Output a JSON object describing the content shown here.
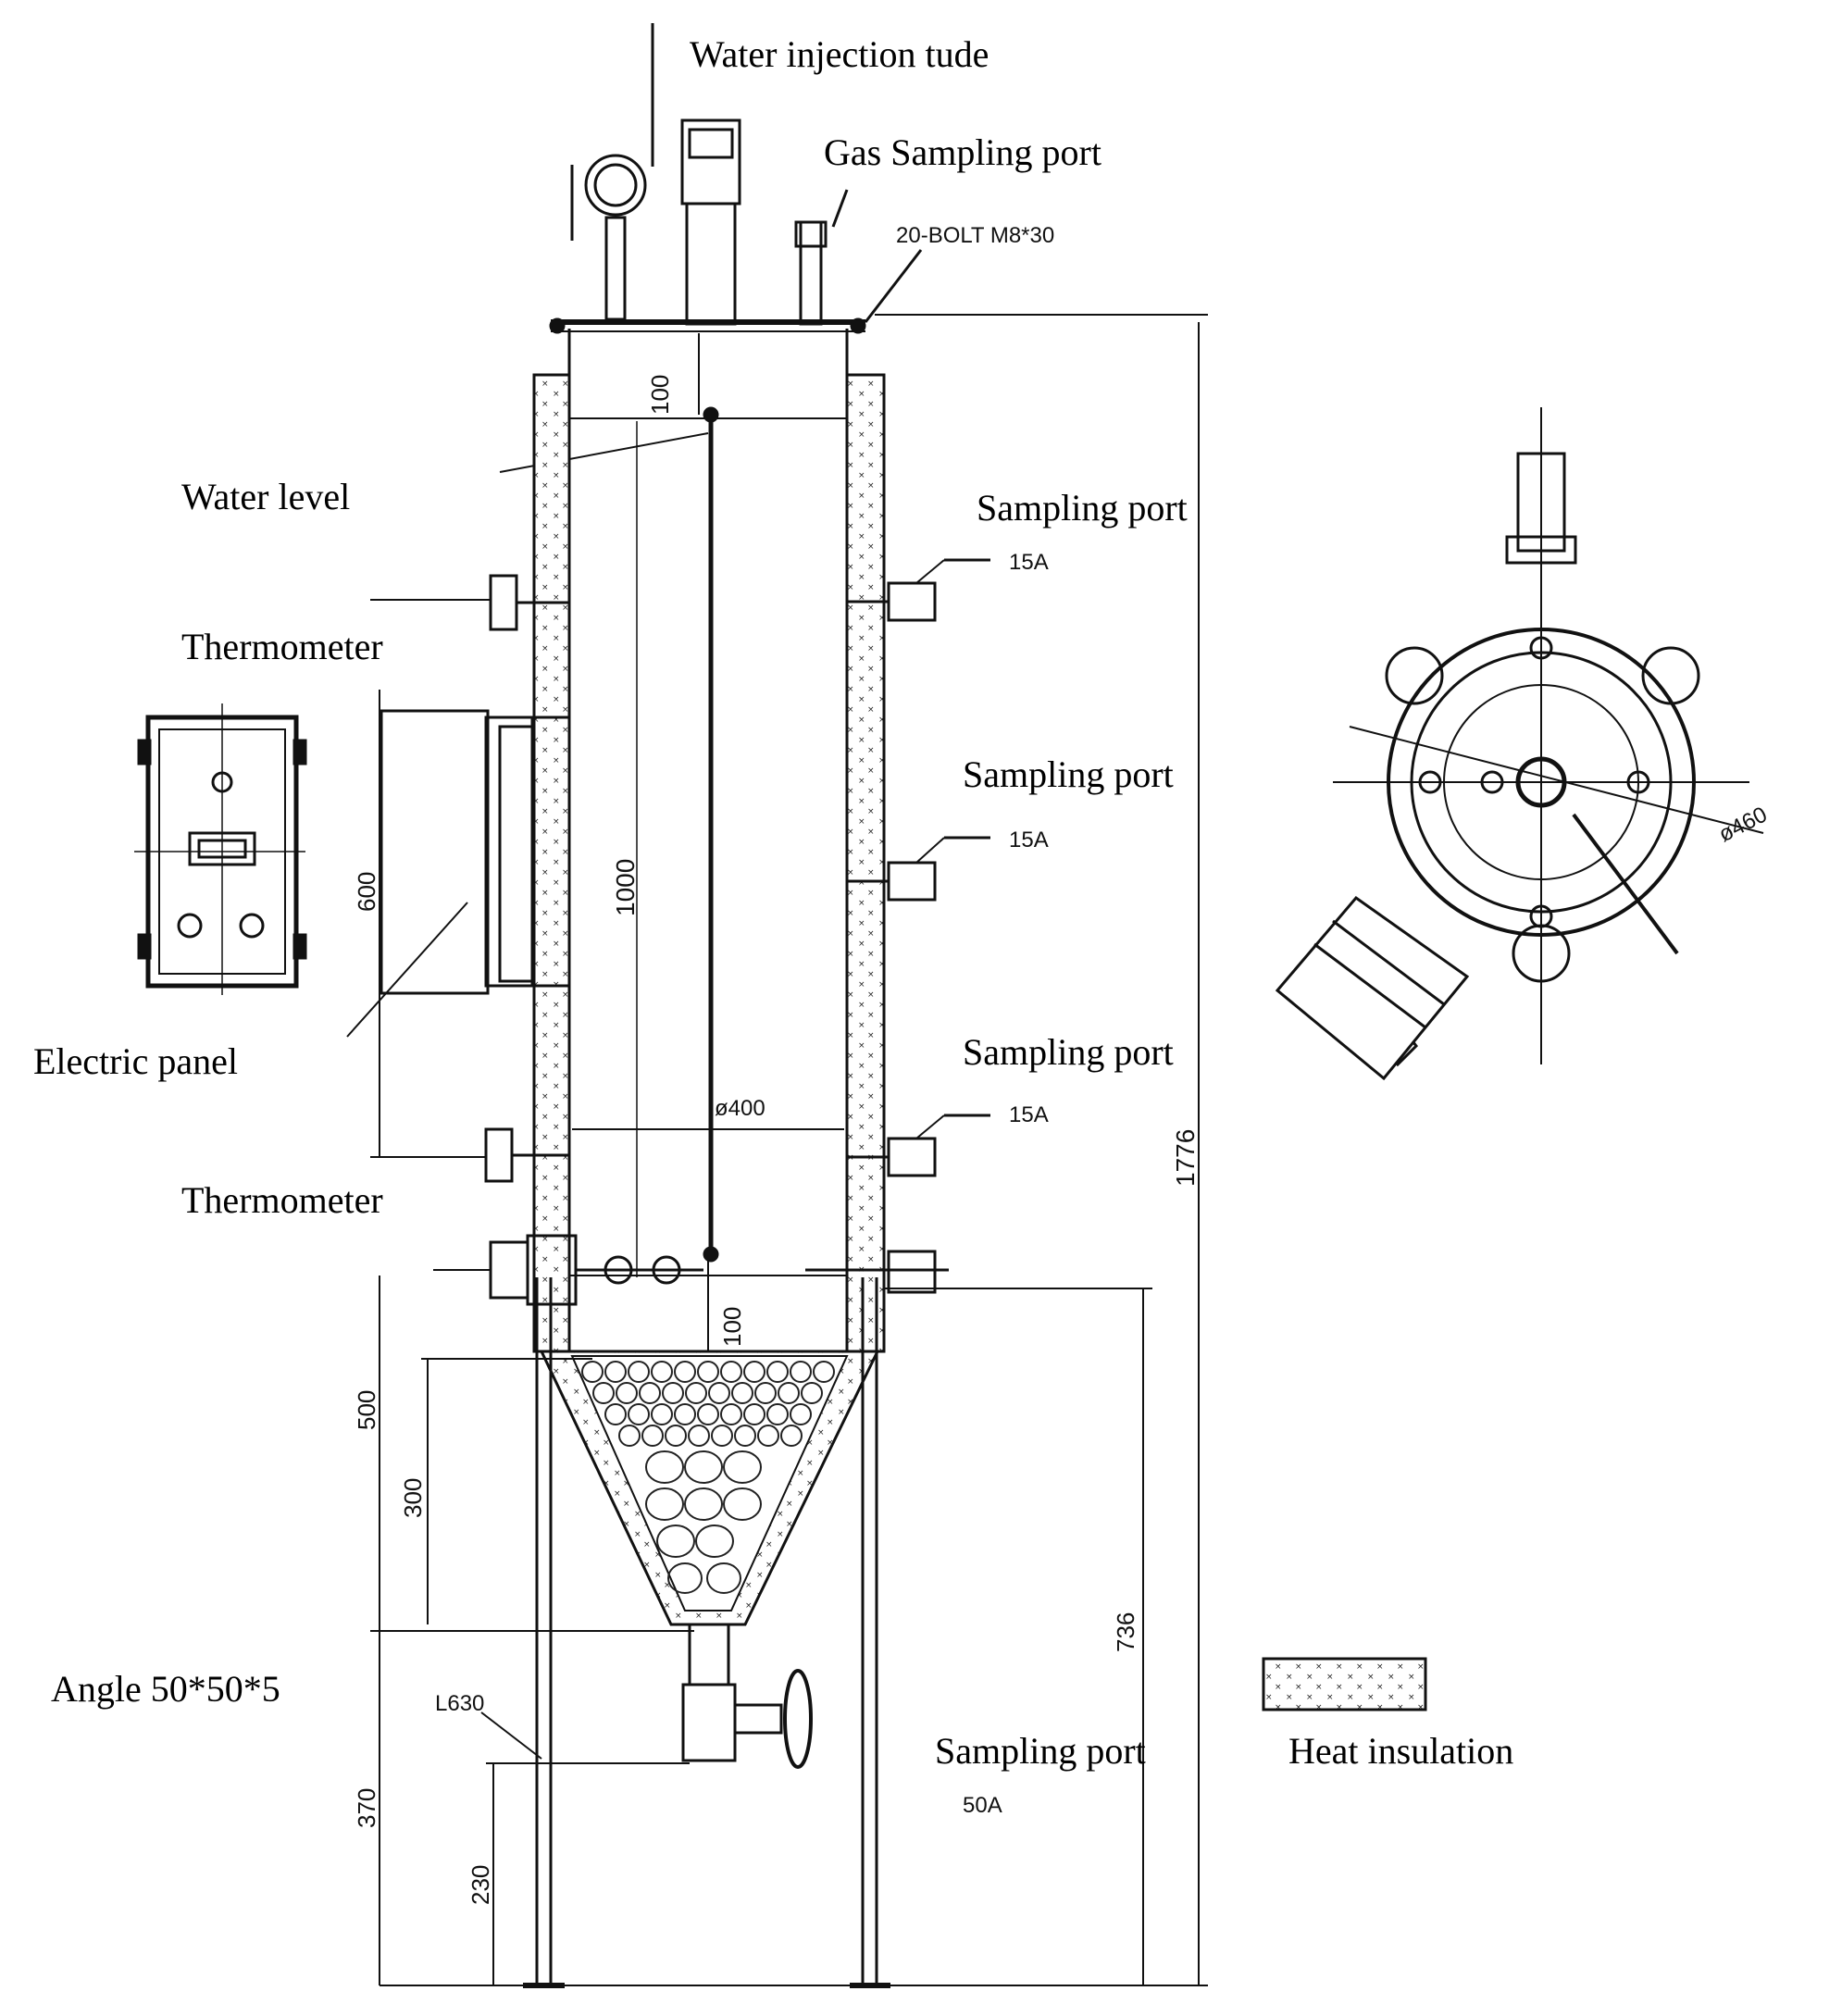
{
  "labels": {
    "water_injection": "Water injection tude",
    "gas_sampling": "Gas Sampling port",
    "bolt": "20-BOLT M8*30",
    "water_level": "Water level",
    "thermometer_top": "Thermometer",
    "thermometer_bottom": "Thermometer",
    "electric_panel": "Electric  panel",
    "sampling_port_1": "Sampling  port",
    "sampling_port_2": "Sampling  port",
    "sampling_port_3": "Sampling  port",
    "sampling_port_bottom": "Sampling  port",
    "angle": "Angle 50*50*5",
    "heat_insulation": "Heat insulation"
  },
  "sizes": {
    "port_15a_1": "15A",
    "port_15a_2": "15A",
    "port_15a_3": "15A",
    "port_50a": "50A"
  },
  "dimensions": {
    "d100_top": "100",
    "d1000": "1000",
    "d600": "600",
    "dia400": "ø400",
    "d100_bottom": "100",
    "d500": "500",
    "d300": "300",
    "d1776": "1776",
    "d736": "736",
    "d370": "370",
    "d230": "230",
    "l630": "L630",
    "dia460": "ø460"
  }
}
